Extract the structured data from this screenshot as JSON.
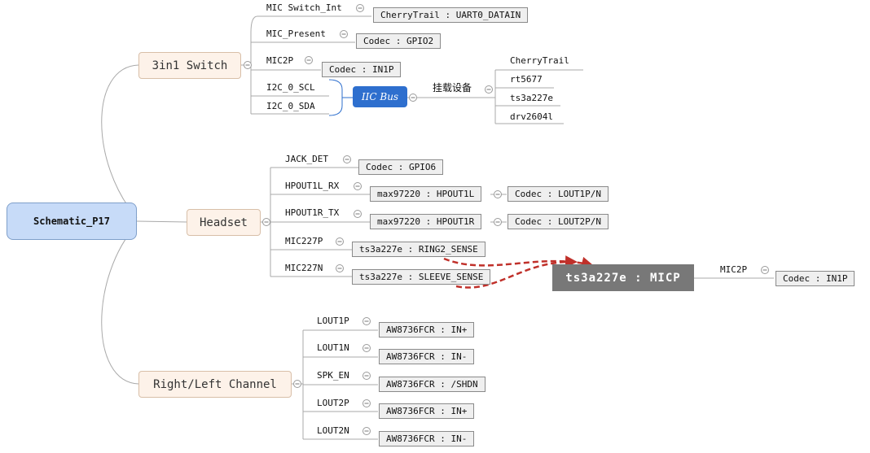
{
  "root": {
    "label": "Schematic_P17"
  },
  "branches": {
    "switch": {
      "label": "3in1 Switch",
      "mic_switch_int": {
        "label": "MIC Switch_Int",
        "value": "CherryTrail : UART0_DATAIN"
      },
      "mic_present": {
        "label": "MIC_Present",
        "value": "Codec : GPIO2"
      },
      "mic2p": {
        "label": "MIC2P",
        "value": "Codec : IN1P"
      },
      "i2c_scl": {
        "label": "I2C_0_SCL"
      },
      "i2c_sda": {
        "label": "I2C_0_SDA"
      },
      "iic_bus": {
        "label": "IIC Bus"
      },
      "mounted": {
        "label": "挂载设备",
        "devices": [
          "CherryTrail",
          "rt5677",
          "ts3a227e",
          "drv2604l"
        ]
      }
    },
    "headset": {
      "label": "Headset",
      "jack_det": {
        "label": "JACK_DET",
        "value": "Codec : GPIO6"
      },
      "hpout1l_rx": {
        "label": "HPOUT1L_RX",
        "value": "max97220 : HPOUT1L",
        "value2": "Codec : LOUT1P/N"
      },
      "hpout1r_tx": {
        "label": "HPOUT1R_TX",
        "value": "max97220 : HPOUT1R",
        "value2": "Codec : LOUT2P/N"
      },
      "mic227p": {
        "label": "MIC227P",
        "value": "ts3a227e : RING2_SENSE"
      },
      "mic227n": {
        "label": "MIC227N",
        "value": "ts3a227e : SLEEVE_SENSE"
      },
      "micp": {
        "label": "ts3a227e : MICP",
        "mic2p_label": "MIC2P",
        "mic2p_value": "Codec : IN1P"
      }
    },
    "channel": {
      "label": "Right/Left Channel",
      "items": [
        {
          "label": "LOUT1P",
          "value": "AW8736FCR : IN+"
        },
        {
          "label": "LOUT1N",
          "value": "AW8736FCR : IN-"
        },
        {
          "label": "SPK_EN",
          "value": "AW8736FCR : /SHDN"
        },
        {
          "label": "LOUT2P",
          "value": "AW8736FCR : IN+"
        },
        {
          "label": "LOUT2N",
          "value": "AW8736FCR : IN-"
        }
      ]
    }
  },
  "colors": {
    "connector": "#a9a9a9",
    "arrow": "#c0302a",
    "iic_bus": "#2e6fce",
    "root": "#c7dbf8",
    "main": "#fdf2e9"
  }
}
